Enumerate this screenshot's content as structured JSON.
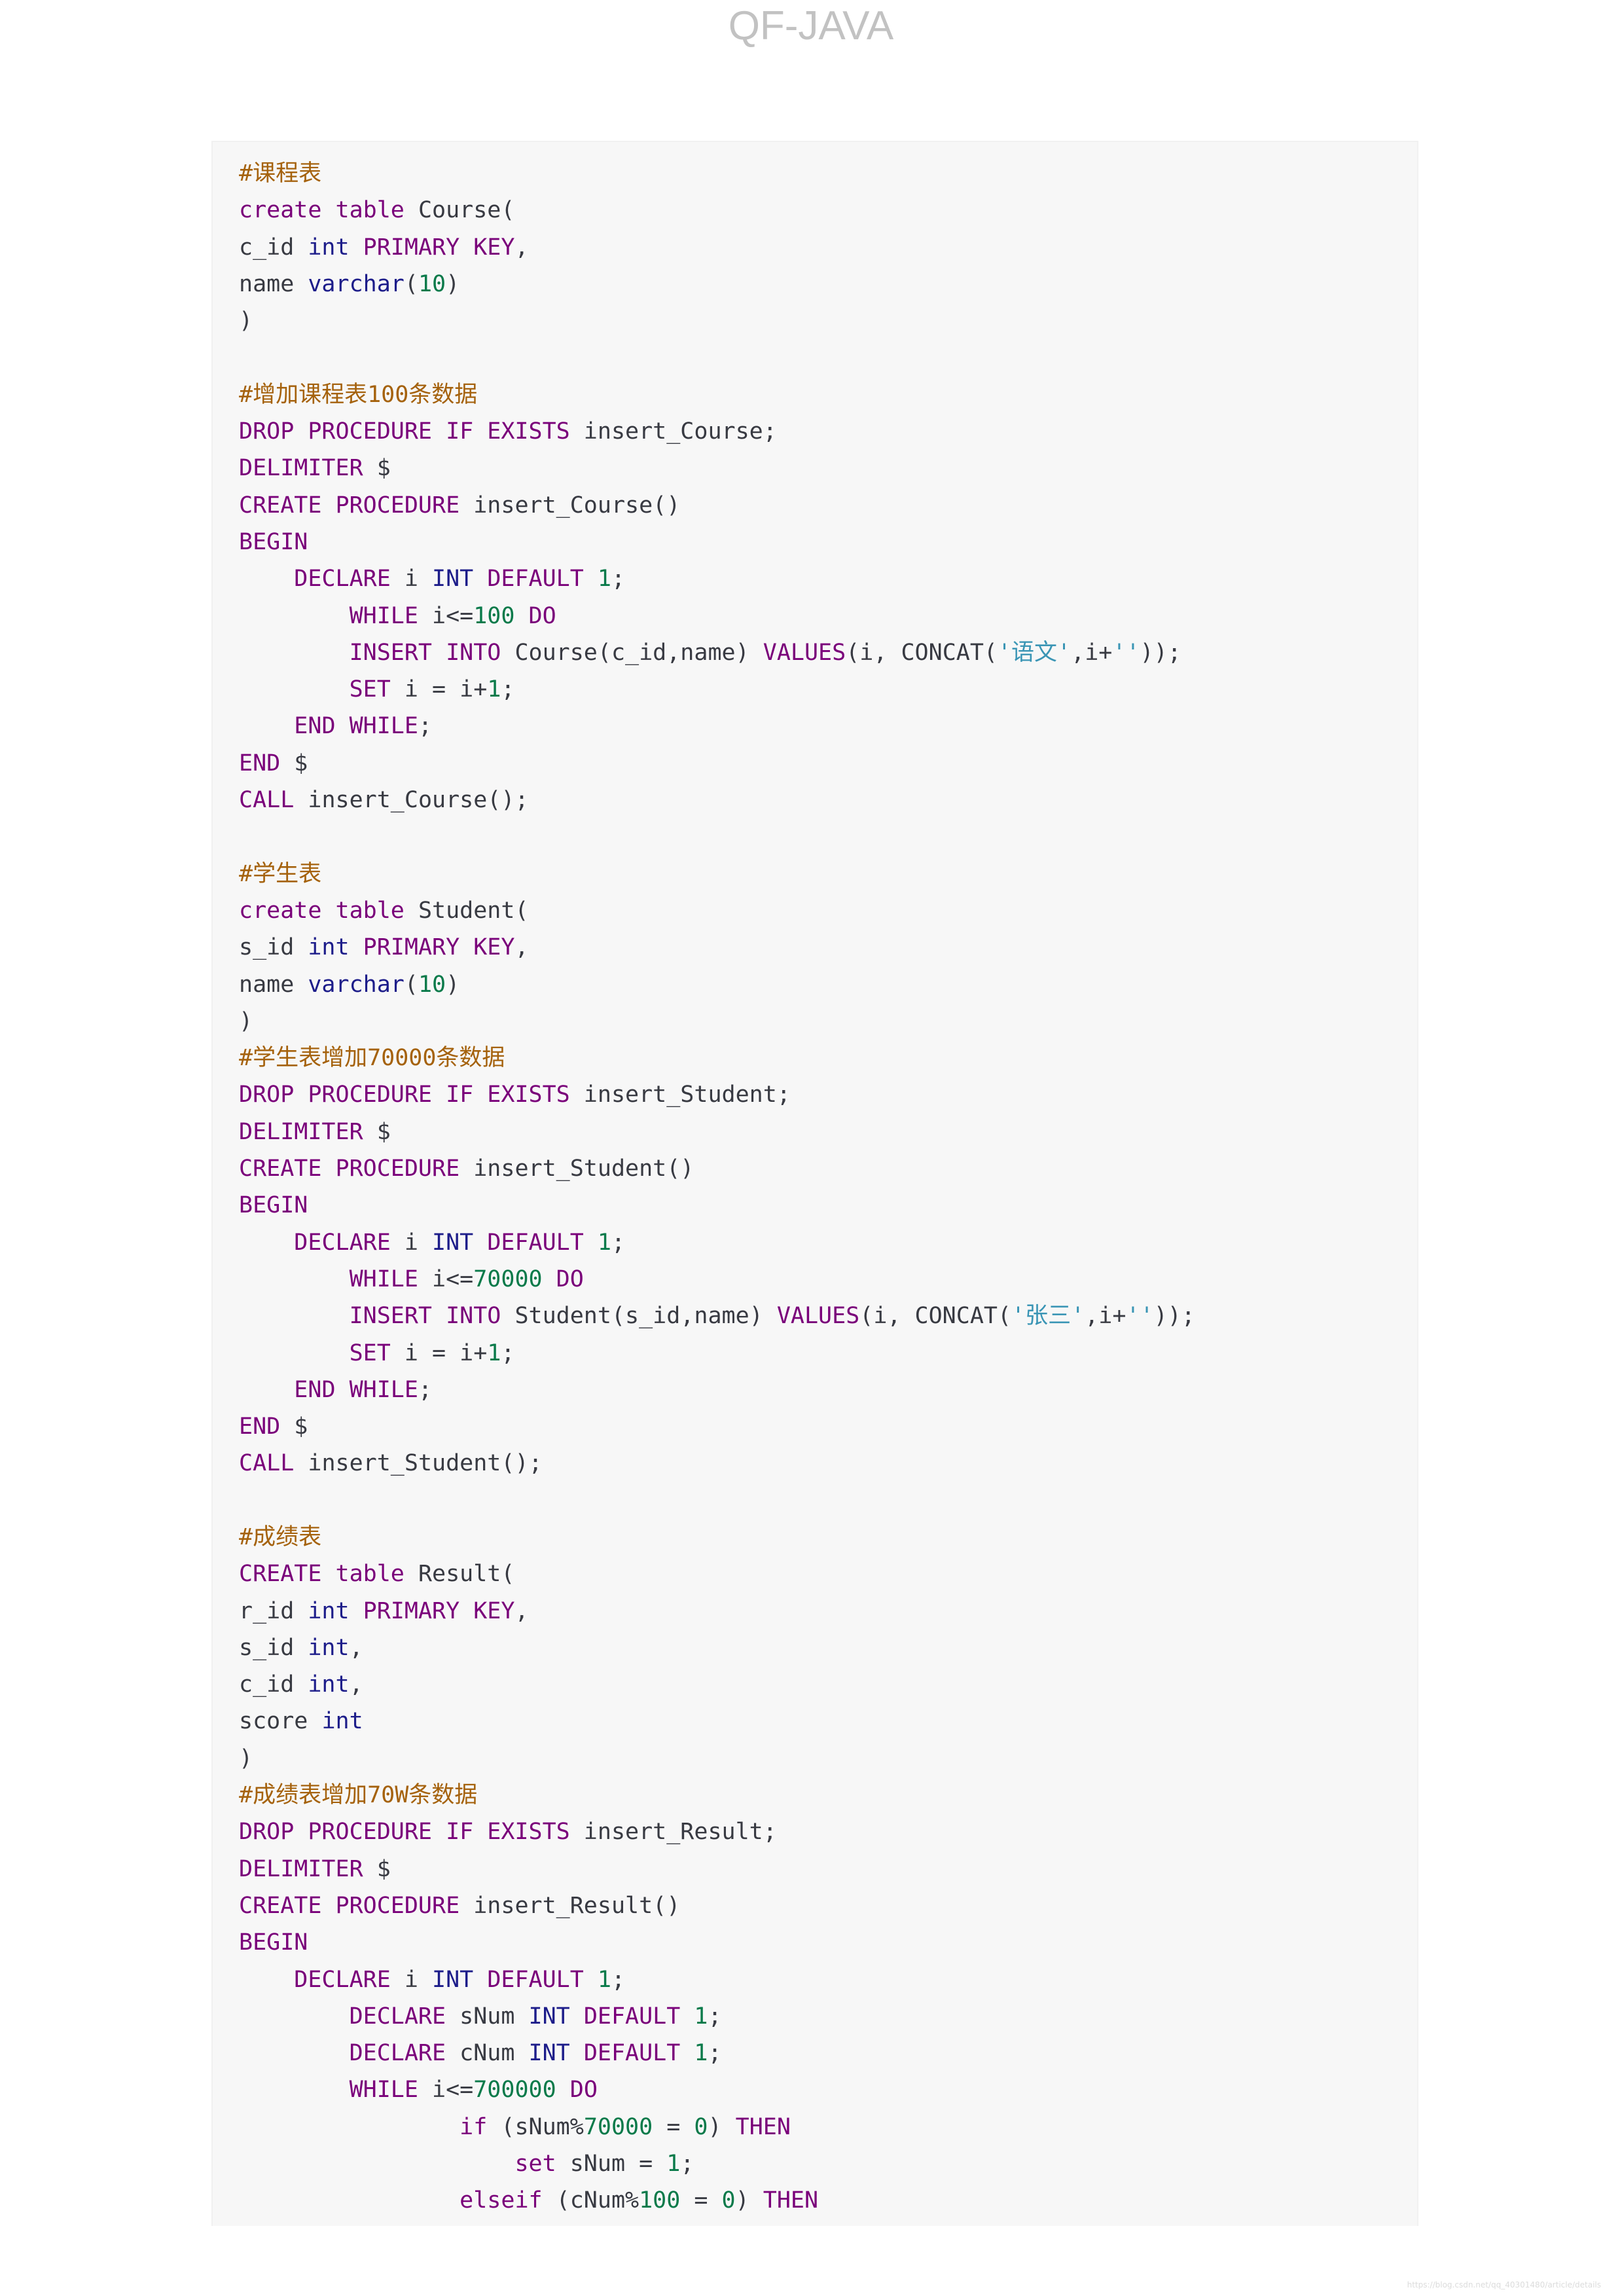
{
  "header": {
    "title": "QF-JAVA"
  },
  "colors": {
    "keyword": "#7a007a",
    "type": "#1d1d8a",
    "comment": "#a5620d",
    "number": "#0a7a4a",
    "string": "#3a95b5",
    "plain": "#383a42",
    "code_background": "#f7f7f7"
  },
  "code": {
    "language": "sql",
    "lines": [
      [
        [
          "c",
          "#课程表"
        ]
      ],
      [
        [
          "k",
          "create"
        ],
        [
          "p",
          " "
        ],
        [
          "k",
          "table"
        ],
        [
          "p",
          " Course("
        ]
      ],
      [
        [
          "p",
          "c_id "
        ],
        [
          "t",
          "int"
        ],
        [
          "p",
          " "
        ],
        [
          "k",
          "PRIMARY KEY"
        ],
        [
          "p",
          ","
        ]
      ],
      [
        [
          "p",
          "name "
        ],
        [
          "t",
          "varchar"
        ],
        [
          "p",
          "("
        ],
        [
          "n",
          "10"
        ],
        [
          "p",
          ")"
        ]
      ],
      [
        [
          "p",
          ")"
        ]
      ],
      [],
      [
        [
          "c",
          "#增加课程表100条数据"
        ]
      ],
      [
        [
          "k",
          "DROP PROCEDURE IF EXISTS"
        ],
        [
          "p",
          " insert_Course;"
        ]
      ],
      [
        [
          "k",
          "DELIMITER"
        ],
        [
          "p",
          " $"
        ]
      ],
      [
        [
          "k",
          "CREATE PROCEDURE"
        ],
        [
          "p",
          " insert_Course()"
        ]
      ],
      [
        [
          "k",
          "BEGIN"
        ]
      ],
      [
        [
          "p",
          "    "
        ],
        [
          "k",
          "DECLARE"
        ],
        [
          "p",
          " i "
        ],
        [
          "t",
          "INT"
        ],
        [
          "p",
          " "
        ],
        [
          "k",
          "DEFAULT"
        ],
        [
          "p",
          " "
        ],
        [
          "n",
          "1"
        ],
        [
          "p",
          ";"
        ]
      ],
      [
        [
          "p",
          "        "
        ],
        [
          "k",
          "WHILE"
        ],
        [
          "p",
          " i<="
        ],
        [
          "n",
          "100"
        ],
        [
          "p",
          " "
        ],
        [
          "k",
          "DO"
        ]
      ],
      [
        [
          "p",
          "        "
        ],
        [
          "k",
          "INSERT INTO"
        ],
        [
          "p",
          " Course(c_id,name) "
        ],
        [
          "k",
          "VALUES"
        ],
        [
          "p",
          "(i, CONCAT("
        ],
        [
          "s",
          "'语文'"
        ],
        [
          "p",
          ",i+"
        ],
        [
          "s",
          "''"
        ],
        [
          "p",
          "));"
        ]
      ],
      [
        [
          "p",
          "        "
        ],
        [
          "k",
          "SET"
        ],
        [
          "p",
          " i = i+"
        ],
        [
          "n",
          "1"
        ],
        [
          "p",
          ";"
        ]
      ],
      [
        [
          "p",
          "    "
        ],
        [
          "k",
          "END WHILE"
        ],
        [
          "p",
          ";"
        ]
      ],
      [
        [
          "k",
          "END"
        ],
        [
          "p",
          " $"
        ]
      ],
      [
        [
          "k",
          "CALL"
        ],
        [
          "p",
          " insert_Course();"
        ]
      ],
      [],
      [
        [
          "c",
          "#学生表"
        ]
      ],
      [
        [
          "k",
          "create"
        ],
        [
          "p",
          " "
        ],
        [
          "k",
          "table"
        ],
        [
          "p",
          " Student("
        ]
      ],
      [
        [
          "p",
          "s_id "
        ],
        [
          "t",
          "int"
        ],
        [
          "p",
          " "
        ],
        [
          "k",
          "PRIMARY KEY"
        ],
        [
          "p",
          ","
        ]
      ],
      [
        [
          "p",
          "name "
        ],
        [
          "t",
          "varchar"
        ],
        [
          "p",
          "("
        ],
        [
          "n",
          "10"
        ],
        [
          "p",
          ")"
        ]
      ],
      [
        [
          "p",
          ")"
        ]
      ],
      [
        [
          "c",
          "#学生表增加70000条数据"
        ]
      ],
      [
        [
          "k",
          "DROP PROCEDURE IF EXISTS"
        ],
        [
          "p",
          " insert_Student;"
        ]
      ],
      [
        [
          "k",
          "DELIMITER"
        ],
        [
          "p",
          " $"
        ]
      ],
      [
        [
          "k",
          "CREATE PROCEDURE"
        ],
        [
          "p",
          " insert_Student()"
        ]
      ],
      [
        [
          "k",
          "BEGIN"
        ]
      ],
      [
        [
          "p",
          "    "
        ],
        [
          "k",
          "DECLARE"
        ],
        [
          "p",
          " i "
        ],
        [
          "t",
          "INT"
        ],
        [
          "p",
          " "
        ],
        [
          "k",
          "DEFAULT"
        ],
        [
          "p",
          " "
        ],
        [
          "n",
          "1"
        ],
        [
          "p",
          ";"
        ]
      ],
      [
        [
          "p",
          "        "
        ],
        [
          "k",
          "WHILE"
        ],
        [
          "p",
          " i<="
        ],
        [
          "n",
          "70000"
        ],
        [
          "p",
          " "
        ],
        [
          "k",
          "DO"
        ]
      ],
      [
        [
          "p",
          "        "
        ],
        [
          "k",
          "INSERT INTO"
        ],
        [
          "p",
          " Student(s_id,name) "
        ],
        [
          "k",
          "VALUES"
        ],
        [
          "p",
          "(i, CONCAT("
        ],
        [
          "s",
          "'张三'"
        ],
        [
          "p",
          ",i+"
        ],
        [
          "s",
          "''"
        ],
        [
          "p",
          "));"
        ]
      ],
      [
        [
          "p",
          "        "
        ],
        [
          "k",
          "SET"
        ],
        [
          "p",
          " i = i+"
        ],
        [
          "n",
          "1"
        ],
        [
          "p",
          ";"
        ]
      ],
      [
        [
          "p",
          "    "
        ],
        [
          "k",
          "END WHILE"
        ],
        [
          "p",
          ";"
        ]
      ],
      [
        [
          "k",
          "END"
        ],
        [
          "p",
          " $"
        ]
      ],
      [
        [
          "k",
          "CALL"
        ],
        [
          "p",
          " insert_Student();"
        ]
      ],
      [],
      [
        [
          "c",
          "#成绩表"
        ]
      ],
      [
        [
          "k",
          "CREATE"
        ],
        [
          "p",
          " "
        ],
        [
          "k",
          "table"
        ],
        [
          "p",
          " Result("
        ]
      ],
      [
        [
          "p",
          "r_id "
        ],
        [
          "t",
          "int"
        ],
        [
          "p",
          " "
        ],
        [
          "k",
          "PRIMARY KEY"
        ],
        [
          "p",
          ","
        ]
      ],
      [
        [
          "p",
          "s_id "
        ],
        [
          "t",
          "int"
        ],
        [
          "p",
          ","
        ]
      ],
      [
        [
          "p",
          "c_id "
        ],
        [
          "t",
          "int"
        ],
        [
          "p",
          ","
        ]
      ],
      [
        [
          "p",
          "score "
        ],
        [
          "t",
          "int"
        ]
      ],
      [
        [
          "p",
          ")"
        ]
      ],
      [
        [
          "c",
          "#成绩表增加70W条数据"
        ]
      ],
      [
        [
          "k",
          "DROP PROCEDURE IF EXISTS"
        ],
        [
          "p",
          " insert_Result;"
        ]
      ],
      [
        [
          "k",
          "DELIMITER"
        ],
        [
          "p",
          " $"
        ]
      ],
      [
        [
          "k",
          "CREATE PROCEDURE"
        ],
        [
          "p",
          " insert_Result()"
        ]
      ],
      [
        [
          "k",
          "BEGIN"
        ]
      ],
      [
        [
          "p",
          "    "
        ],
        [
          "k",
          "DECLARE"
        ],
        [
          "p",
          " i "
        ],
        [
          "t",
          "INT"
        ],
        [
          "p",
          " "
        ],
        [
          "k",
          "DEFAULT"
        ],
        [
          "p",
          " "
        ],
        [
          "n",
          "1"
        ],
        [
          "p",
          ";"
        ]
      ],
      [
        [
          "p",
          "        "
        ],
        [
          "k",
          "DECLARE"
        ],
        [
          "p",
          " sNum "
        ],
        [
          "t",
          "INT"
        ],
        [
          "p",
          " "
        ],
        [
          "k",
          "DEFAULT"
        ],
        [
          "p",
          " "
        ],
        [
          "n",
          "1"
        ],
        [
          "p",
          ";"
        ]
      ],
      [
        [
          "p",
          "        "
        ],
        [
          "k",
          "DECLARE"
        ],
        [
          "p",
          " cNum "
        ],
        [
          "t",
          "INT"
        ],
        [
          "p",
          " "
        ],
        [
          "k",
          "DEFAULT"
        ],
        [
          "p",
          " "
        ],
        [
          "n",
          "1"
        ],
        [
          "p",
          ";"
        ]
      ],
      [
        [
          "p",
          "        "
        ],
        [
          "k",
          "WHILE"
        ],
        [
          "p",
          " i<="
        ],
        [
          "n",
          "700000"
        ],
        [
          "p",
          " "
        ],
        [
          "k",
          "DO"
        ]
      ],
      [
        [
          "p",
          "                "
        ],
        [
          "k",
          "if"
        ],
        [
          "p",
          " (sNum%"
        ],
        [
          "n",
          "70000"
        ],
        [
          "p",
          " = "
        ],
        [
          "n",
          "0"
        ],
        [
          "p",
          ") "
        ],
        [
          "k",
          "THEN"
        ]
      ],
      [
        [
          "p",
          "                    "
        ],
        [
          "k",
          "set"
        ],
        [
          "p",
          " sNum = "
        ],
        [
          "n",
          "1"
        ],
        [
          "p",
          ";"
        ]
      ],
      [
        [
          "p",
          "                "
        ],
        [
          "k",
          "elseif"
        ],
        [
          "p",
          " (cNum%"
        ],
        [
          "n",
          "100"
        ],
        [
          "p",
          " = "
        ],
        [
          "n",
          "0"
        ],
        [
          "p",
          ") "
        ],
        [
          "k",
          "THEN"
        ]
      ]
    ]
  },
  "watermark": {
    "text": "https://blog.csdn.net/qq_40301480/article/details"
  }
}
